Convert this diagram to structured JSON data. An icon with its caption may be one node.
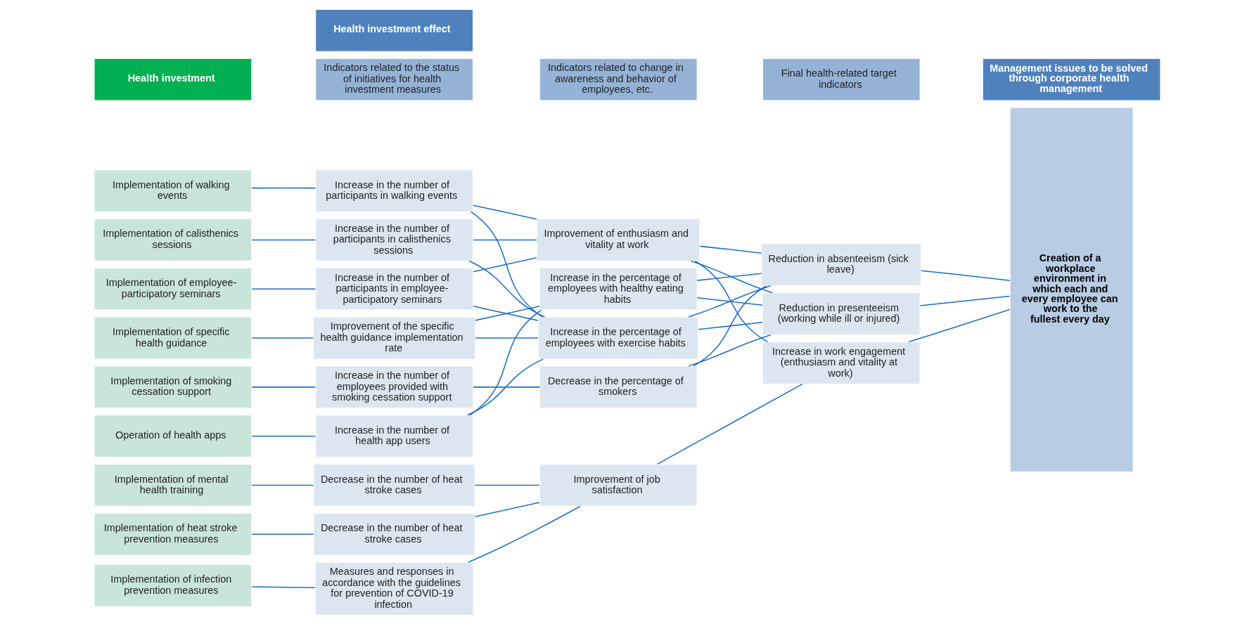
{
  "diagram": {
    "nodes": [
      {
        "text": [
          "Health investment"
        ]
      },
      {
        "text": [
          "Health investment effect"
        ]
      },
      {
        "text": [
          "Indicators related to the status of initiatives for health investment measures"
        ]
      },
      {
        "text": [
          "Indicators related to change in awareness and behavior of employees, etc."
        ]
      },
      {
        "text": [
          "Final health-related target indicators"
        ]
      },
      {
        "text": [
          "Management issues to be solved through corporate health management"
        ]
      },
      {
        "text": [
          "Implementation of walking events"
        ]
      },
      {
        "text": [
          "Implementation of calisthenics sessions"
        ]
      },
      {
        "text": [
          "Implementation of employee-participatory seminars"
        ]
      },
      {
        "text": [
          "Implementation of specific health guidance"
        ]
      },
      {
        "text": [
          "Implementation of smoking cessation support"
        ]
      },
      {
        "text": [
          "Operation of health apps"
        ]
      },
      {
        "text": [
          "Implementation of mental health training"
        ]
      },
      {
        "text": [
          "Implementation of heat stroke prevention measures"
        ]
      },
      {
        "text": [
          "Implementation of infection prevention measures"
        ]
      },
      {
        "text": [
          "Increase in the number of participants in walking events"
        ]
      },
      {
        "text": [
          "Increase in the number of participants in calisthenics sessions"
        ]
      },
      {
        "text": [
          "Increase in the number of participants in employee-participatory seminars"
        ]
      },
      {
        "text": [
          "Improvement of the specific health guidance implementation rate"
        ]
      },
      {
        "text": [
          "Increase in the number of employees provided with smoking cessation support"
        ]
      },
      {
        "text": [
          "Increase in the number of health app users"
        ]
      },
      {
        "text": [
          "Decrease in the number of heat stroke cases"
        ]
      },
      {
        "text": [
          "Decrease in the number of heat stroke cases"
        ]
      },
      {
        "text": [
          "Measures and responses in accordance with the guidelines for prevention of COVID-19 infection"
        ]
      },
      {
        "text": [
          "Improvement of enthusiasm and vitality at work"
        ]
      },
      {
        "text": [
          "Increase in the percentage of employees with healthy eating habits"
        ]
      },
      {
        "text": [
          "Increase in the percentage of employees with exercise habits"
        ]
      },
      {
        "text": [
          "Decrease in the percentage of smokers"
        ]
      },
      {
        "text": [
          "Reduction in absenteeism (sick leave)"
        ]
      },
      {
        "text": [
          "Reduction in presenteeism (working while ill or injured)"
        ]
      },
      {
        "text": [
          "Increase in work engagement (enthusiasm and vitality at work)"
        ]
      },
      {
        "text": [
          "Improvement of job satisfaction"
        ]
      },
      {
        "text": [
          "Creation of a workplace environment in which each and every employee can work to the fullest every day"
        ]
      }
    ],
    "edges": [
      {
        "from": 6,
        "to": 15,
        "arrow": "none"
      },
      {
        "from": 7,
        "to": 16,
        "arrow": "none"
      },
      {
        "from": 8,
        "to": 17,
        "arrow": "none"
      },
      {
        "from": 9,
        "to": 18,
        "arrow": "none"
      },
      {
        "from": 10,
        "to": 19,
        "arrow": "none"
      },
      {
        "from": 11,
        "to": 20,
        "arrow": "none"
      },
      {
        "from": 12,
        "to": 21,
        "arrow": "none"
      },
      {
        "from": 13,
        "to": 22,
        "arrow": "none"
      },
      {
        "from": 14,
        "to": 23,
        "arrow": "none"
      },
      {
        "from": 15,
        "to": 24,
        "arrow": "none"
      },
      {
        "from": 15,
        "to": 26,
        "arrow": "none"
      },
      {
        "from": 16,
        "to": 24,
        "arrow": "none"
      },
      {
        "from": 16,
        "to": 26,
        "arrow": "none"
      },
      {
        "from": 17,
        "to": 24,
        "arrow": "none"
      },
      {
        "from": 17,
        "to": 26,
        "arrow": "none"
      },
      {
        "from": 18,
        "to": 25,
        "arrow": "none"
      },
      {
        "from": 18,
        "to": 26,
        "arrow": "none"
      },
      {
        "from": 19,
        "to": 27,
        "arrow": "none"
      },
      {
        "from": 20,
        "to": 25,
        "arrow": "none"
      },
      {
        "from": 20,
        "to": 26,
        "arrow": "none"
      },
      {
        "from": 24,
        "to": 28,
        "arrow": "none"
      },
      {
        "from": 24,
        "to": 29,
        "arrow": "none"
      },
      {
        "from": 24,
        "to": 30,
        "arrow": "none"
      },
      {
        "from": 25,
        "to": 28,
        "arrow": "none"
      },
      {
        "from": 25,
        "to": 29,
        "arrow": "none"
      },
      {
        "from": 26,
        "to": 28,
        "arrow": "none"
      },
      {
        "from": 26,
        "to": 29,
        "arrow": "none"
      },
      {
        "from": 27,
        "to": 28,
        "arrow": "none"
      },
      {
        "from": 27,
        "to": 29,
        "arrow": "none"
      },
      {
        "from": 21,
        "to": 31,
        "arrow": "none"
      },
      {
        "from": 22,
        "to": 31,
        "arrow": "none"
      },
      {
        "from": 23,
        "to": 31,
        "arrow": "none"
      },
      {
        "from": 31,
        "to": 30,
        "arrow": "none"
      },
      {
        "from": 28,
        "to": 32,
        "arrow": "none"
      },
      {
        "from": 29,
        "to": 32,
        "arrow": "none"
      },
      {
        "from": 30,
        "to": 32,
        "arrow": "none"
      }
    ]
  }
}
